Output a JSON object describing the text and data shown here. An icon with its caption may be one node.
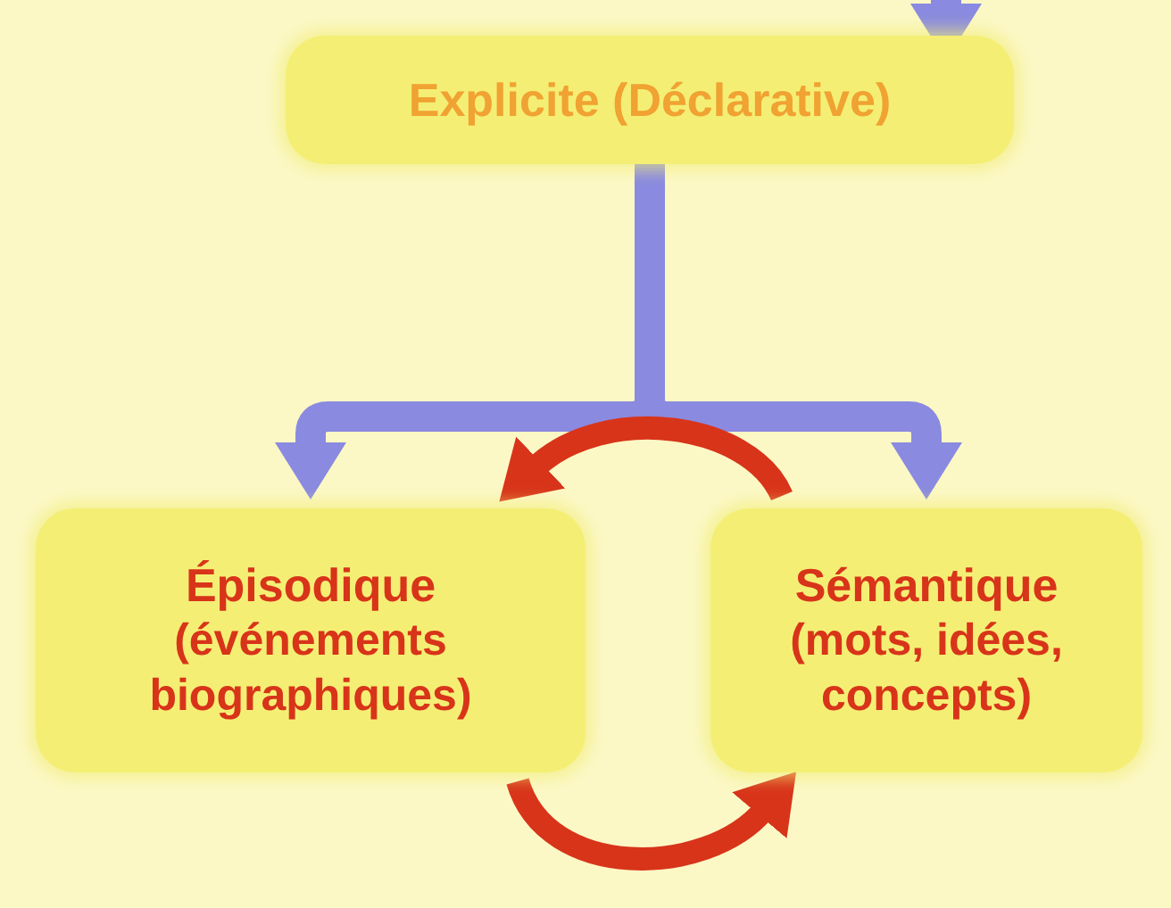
{
  "diagram": {
    "nodes": [
      {
        "text": [
          "Explicite (Déclarative)"
        ]
      },
      {
        "text": [
          "Épisodique",
          "(événements biographiques)"
        ]
      },
      {
        "text": [
          "Sémantique",
          "(mots, idées, concepts)"
        ]
      }
    ],
    "edges": [
      {
        "from": null,
        "to": 0,
        "arrow": "to"
      },
      {
        "from": 0,
        "to": 1,
        "arrow": "to"
      },
      {
        "from": 0,
        "to": 2,
        "arrow": "to"
      },
      {
        "from": 2,
        "to": 1,
        "arrow": "to",
        "color": "#d8341a"
      },
      {
        "from": 1,
        "to": 2,
        "arrow": "to",
        "color": "#d8341a"
      }
    ]
  }
}
